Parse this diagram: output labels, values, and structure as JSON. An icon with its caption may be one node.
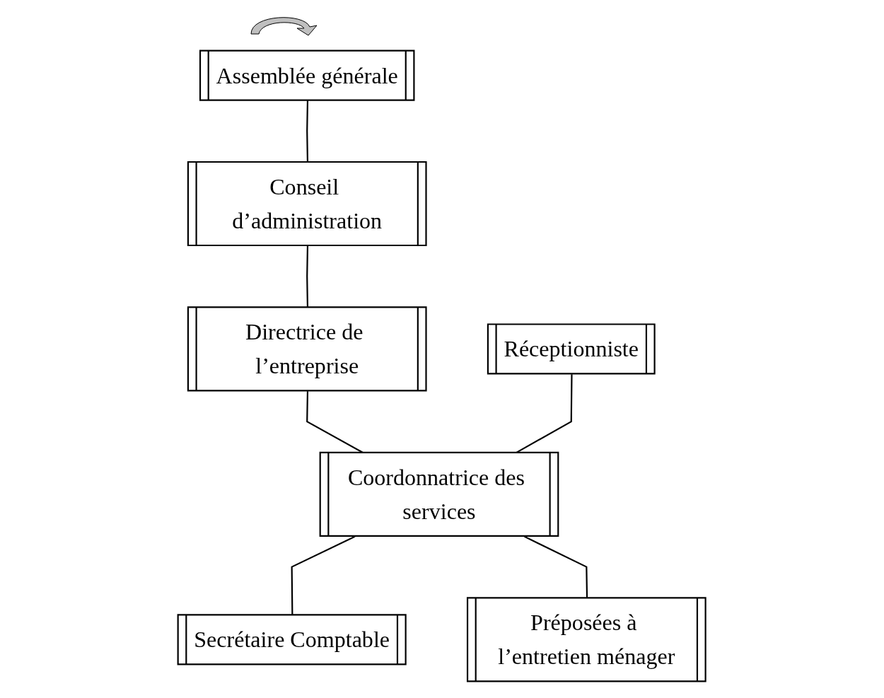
{
  "diagram": {
    "nodes": [
      {
        "text": [
          "Assemblée générale"
        ]
      },
      {
        "text": [
          "Conseil d’administration"
        ]
      },
      {
        "text": [
          "Directrice de l’entreprise"
        ]
      },
      {
        "text": [
          "Réceptionniste"
        ]
      },
      {
        "text": [
          "Coordonnatrice des services"
        ]
      },
      {
        "text": [
          "Secrétaire Comptable"
        ]
      },
      {
        "text": [
          "Préposées à l’entretien ménager"
        ]
      }
    ],
    "edges": [
      {
        "from": 0,
        "to": 1,
        "arrow": "none"
      },
      {
        "from": 1,
        "to": 2,
        "arrow": "none"
      },
      {
        "from": 2,
        "to": 4,
        "arrow": "none"
      },
      {
        "from": 3,
        "to": 4,
        "arrow": "none"
      },
      {
        "from": 4,
        "to": 5,
        "arrow": "none"
      },
      {
        "from": 4,
        "to": 6,
        "arrow": "none"
      }
    ]
  }
}
